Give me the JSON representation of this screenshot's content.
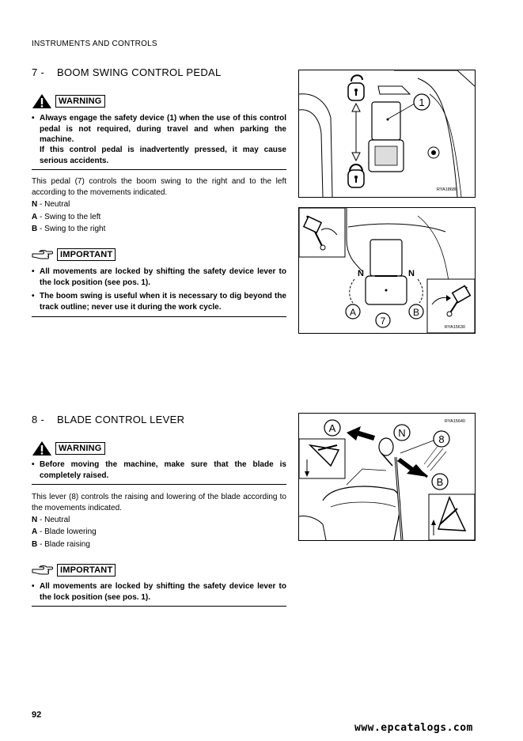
{
  "header": "INSTRUMENTS AND CONTROLS",
  "section7": {
    "number": "7 -",
    "title": "BOOM SWING CONTROL PEDAL",
    "warning_label": "WARNING",
    "warning_bullets": [
      "Always engage the safety device (1) when the use of this control pedal is not required, during travel and when parking the machine.",
      "If this control pedal is inadvertently pressed, it may cause serious accidents."
    ],
    "body": "This pedal (7) controls the boom swing to the right and to the left according to the movements indicated.",
    "legend": [
      {
        "key": "N",
        "text": " - Neutral"
      },
      {
        "key": "A",
        "text": " - Swing to the left"
      },
      {
        "key": "B",
        "text": " - Swing to the right"
      }
    ],
    "important_label": "IMPORTANT",
    "important_bullets": [
      "All movements are locked by shifting the safety device lever to the lock position (see pos. 1).",
      "The boom swing is useful when it is necessary to dig beyond the track outline; never use it during the work cycle."
    ],
    "fig1_code": "RYA18680",
    "fig1_callout": "1",
    "fig2_code": "RYA15630",
    "fig2_labels": {
      "n": "N",
      "a": "A",
      "b": "B",
      "seven": "7"
    }
  },
  "section8": {
    "number": "8 -",
    "title": "BLADE CONTROL LEVER",
    "warning_label": "WARNING",
    "warning_bullets": [
      "Before moving the machine, make sure that the blade is completely raised."
    ],
    "body": "This lever (8) controls the raising and lowering of the blade according to the movements indicated.",
    "legend": [
      {
        "key": "N",
        "text": " - Neutral"
      },
      {
        "key": "A",
        "text": " - Blade lowering"
      },
      {
        "key": "B",
        "text": " - Blade raising"
      }
    ],
    "important_label": "IMPORTANT",
    "important_bullets": [
      "All movements are locked by shifting the safety device lever to the lock position (see pos. 1)."
    ],
    "fig3_code": "RYA15640",
    "fig3_labels": {
      "a": "A",
      "n": "N",
      "eight": "8",
      "b": "B"
    }
  },
  "page_number": "92",
  "footer_url": "www.epcatalogs.com"
}
